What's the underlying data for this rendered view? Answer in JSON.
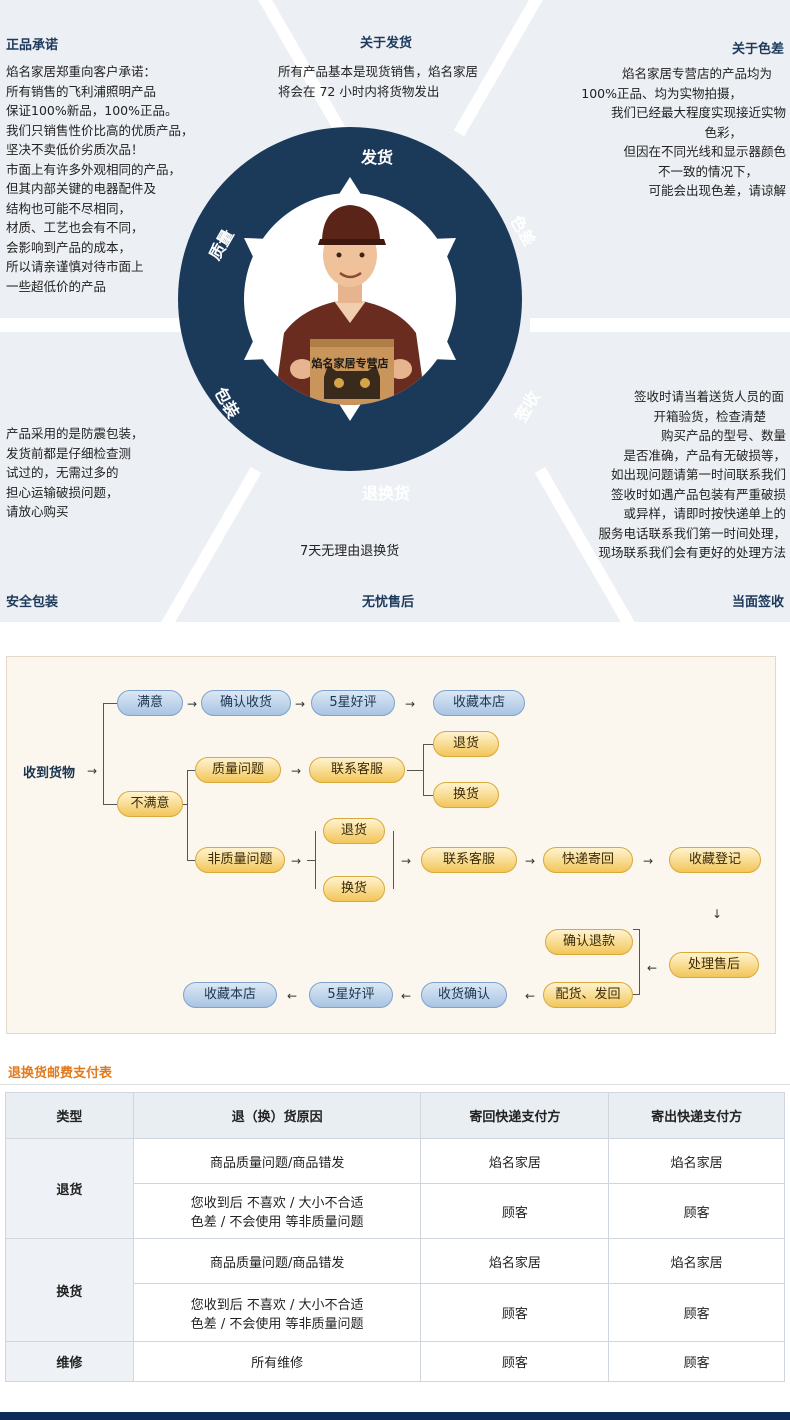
{
  "promise": {
    "genuine": {
      "title": "正品承诺",
      "lines": [
        "焰名家居郑重向客户承诺：",
        "所有销售的飞利浦照明产品",
        "保证100%新品，100%正品。",
        "我们只销售性价比高的优质产品，",
        "坚决不卖低价劣质次品！",
        "市面上有许多外观相同的产品，",
        "但其内部关键的电器配件及",
        "结构也可能不尽相同，",
        "材质、工艺也会有不同，",
        "会影响到产品的成本，",
        "所以请亲谨慎对待市面上",
        "一些超低价的产品"
      ]
    },
    "shipping": {
      "title": "关于发货",
      "lines": [
        "所有产品基本是现货销售，焰名家居",
        "将会在 72 小时内将货物发出"
      ]
    },
    "color": {
      "title": "关于色差",
      "lines": [
        "焰名家居专营店的产品均为",
        "100%正品、均为实物拍摄，",
        "我们已经最大程度实现接近实物",
        "色彩，",
        "但因在不同光线和显示器颜色",
        "不一致的情况下，",
        "可能会出现色差，请谅解"
      ]
    },
    "packing": {
      "title": "安全包装",
      "lines": [
        "产品采用的是防震包装，",
        "发货前都是仔细检查测",
        "试过的，无需过多的",
        "担心运输破损问题，",
        "请放心购买"
      ]
    },
    "aftersale": {
      "title": "无忧售后",
      "caption": "7天无理由退换货"
    },
    "signing": {
      "title": "当面签收",
      "lines": [
        "签收时请当着送货人员的面",
        "开箱验货，检查清楚",
        "购买产品的型号、数量",
        "是否准确，产品有无破损等，",
        "如出现问题请第一时间联系我们",
        "签收时如遇产品包装有严重破损",
        "或异样，请即时按快递单上的",
        "服务电话联系我们第一时间处理，",
        "现场联系我们会有更好的处理方法"
      ]
    },
    "ring": {
      "top": "发货",
      "right_top": "色差",
      "right_bottom": "签收",
      "bottom": "退换货",
      "left_bottom": "包装",
      "left_top": "质量"
    },
    "box_label": "焰名家居专营店"
  },
  "flow": {
    "start": "收到货物",
    "satisfied": "满意",
    "confirm_receipt": "确认收货",
    "five_star": "5星好评",
    "fav_shop": "收藏本店",
    "unsatisfied": "不满意",
    "quality_issue": "质量问题",
    "contact_cs": "联系客服",
    "return": "退货",
    "exchange": "换货",
    "non_quality_issue": "非质量问题",
    "return2": "退货",
    "exchange2": "换货",
    "contact_cs2": "联系客服",
    "express_back": "快递寄回",
    "fav_register": "收藏登记",
    "handle_aftersale": "处理售后",
    "confirm_refund": "确认退款",
    "reship": "配货、发回",
    "receive_confirm": "收货确认",
    "five_star2": "5星好评",
    "fav_shop2": "收藏本店"
  },
  "fee_table": {
    "title": "退换货邮费支付表",
    "headers": [
      "类型",
      "退（换）货原因",
      "寄回快递支付方",
      "寄出快递支付方"
    ],
    "return_type": "退货",
    "exchange_type": "换货",
    "repair_type": "维修",
    "rows": {
      "r1": {
        "reason": "商品质量问题/商品错发",
        "back": "焰名家居",
        "out": "焰名家居"
      },
      "r2": {
        "reason_a": "您收到后 不喜欢 / 大小不合适",
        "reason_b": "色差 / 不会使用 等非质量问题",
        "back": "顾客",
        "out": "顾客"
      },
      "r3": {
        "reason": "商品质量问题/商品错发",
        "back": "焰名家居",
        "out": "焰名家居"
      },
      "r4": {
        "reason_a": "您收到后 不喜欢 / 大小不合适",
        "reason_b": "色差 / 不会使用 等非质量问题",
        "back": "顾客",
        "out": "顾客"
      },
      "r5": {
        "reason": "所有维修",
        "back": "顾客",
        "out": "顾客"
      }
    }
  },
  "colors": {
    "navy": "#1b3a5a",
    "accent_orange": "#e07a1c",
    "pill_blue": "#a9c4e2",
    "pill_yellow": "#f2c65a"
  }
}
